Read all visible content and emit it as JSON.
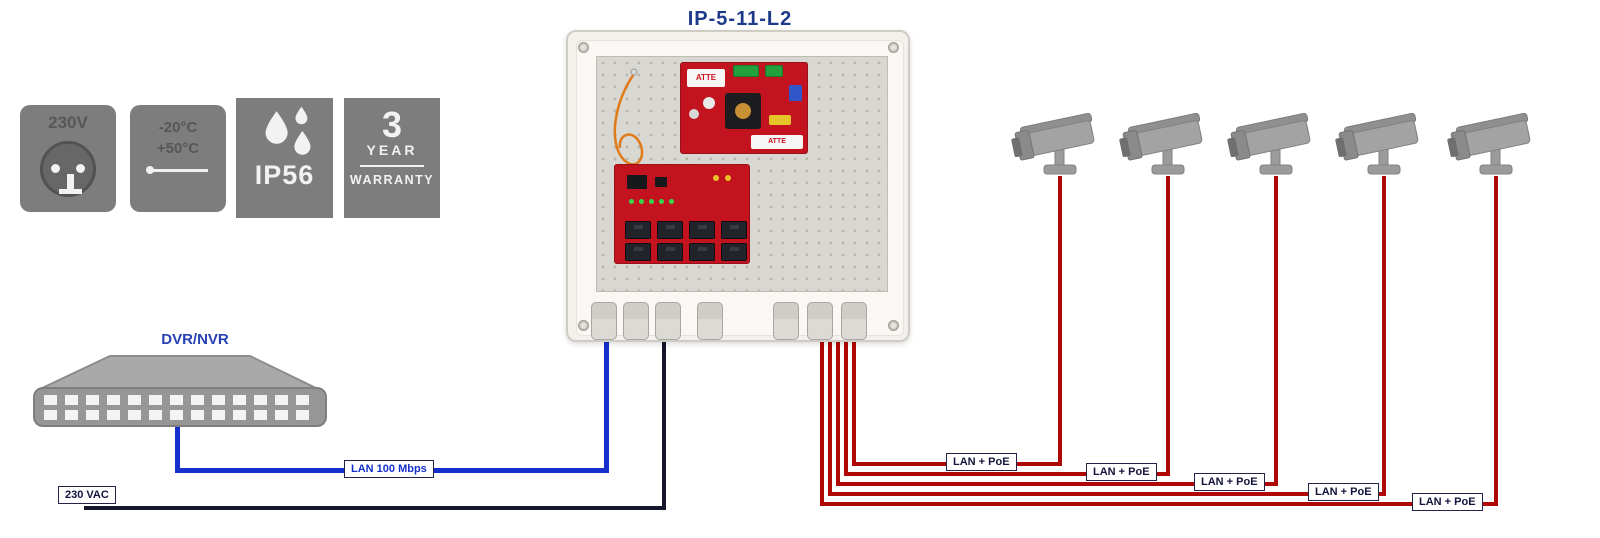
{
  "title": "IP-5-11-L2",
  "badges": {
    "power": {
      "label": "230V"
    },
    "temperature": {
      "line1": "-20°C",
      "line2": "+50°C"
    },
    "ip_rating": {
      "label": "IP56"
    },
    "warranty": {
      "years": "3",
      "year_word": "YEAR",
      "bottom": "WARRANTY"
    }
  },
  "enclosure": {
    "brand": "ATTE"
  },
  "nvr": {
    "label": "DVR/NVR"
  },
  "cables": {
    "power_label": "230 VAC",
    "lan_label": "LAN 100 Mbps",
    "poe_labels": [
      "LAN + PoE",
      "LAN + PoE",
      "LAN + PoE",
      "LAN + PoE",
      "LAN + PoE"
    ]
  },
  "colors": {
    "lan": "#1530cc",
    "poe": "#b00707",
    "power": "#15152b",
    "title": "#1e3a8a",
    "label_text": "#14143c"
  }
}
